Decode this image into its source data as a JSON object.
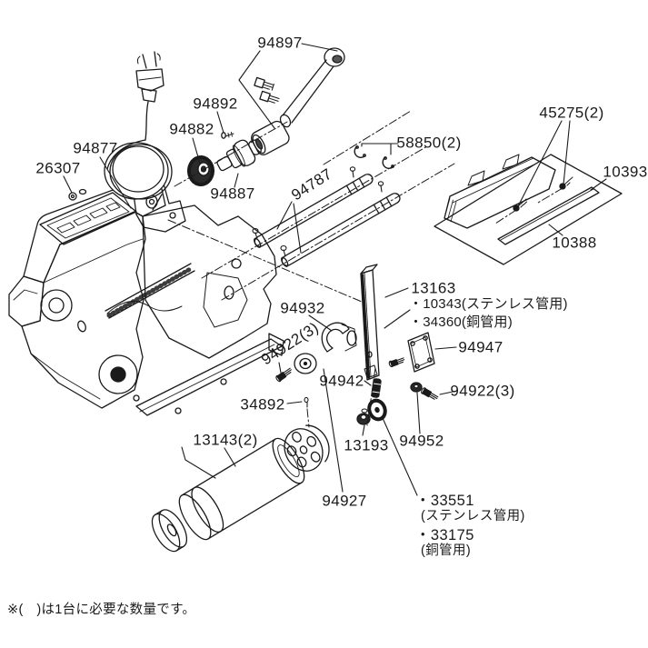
{
  "diagram": {
    "title_note": "※(　)は1台に必要な数量です。",
    "colors": {
      "ink": "#1a1a1a",
      "bg": "#ffffff"
    },
    "labels": {
      "p94897": "94897",
      "p94892": "94892",
      "p94882": "94882",
      "p94877": "94877",
      "p26307": "26307",
      "p94887": "94887",
      "p94787": "94787",
      "p58850": "58850(2)",
      "p45275": "45275(2)",
      "p10393": "10393",
      "p10388": "10388",
      "p13163": "13163",
      "p10343": "・10343(ステンレス管用)",
      "p34360": "・34360(銅管用)",
      "p94932": "94932",
      "p94922a": "94922(3)",
      "p94947": "94947",
      "p94942": "94942",
      "p94922b": "94922(3)",
      "p34892": "34892",
      "p13193": "13193",
      "p94952": "94952",
      "p13143": "13143(2)",
      "p94927": "94927",
      "p33551": "・33551",
      "p33551n": "(ステンレス管用)",
      "p33175": "・33175",
      "p33175n": "(銅管用)"
    }
  }
}
